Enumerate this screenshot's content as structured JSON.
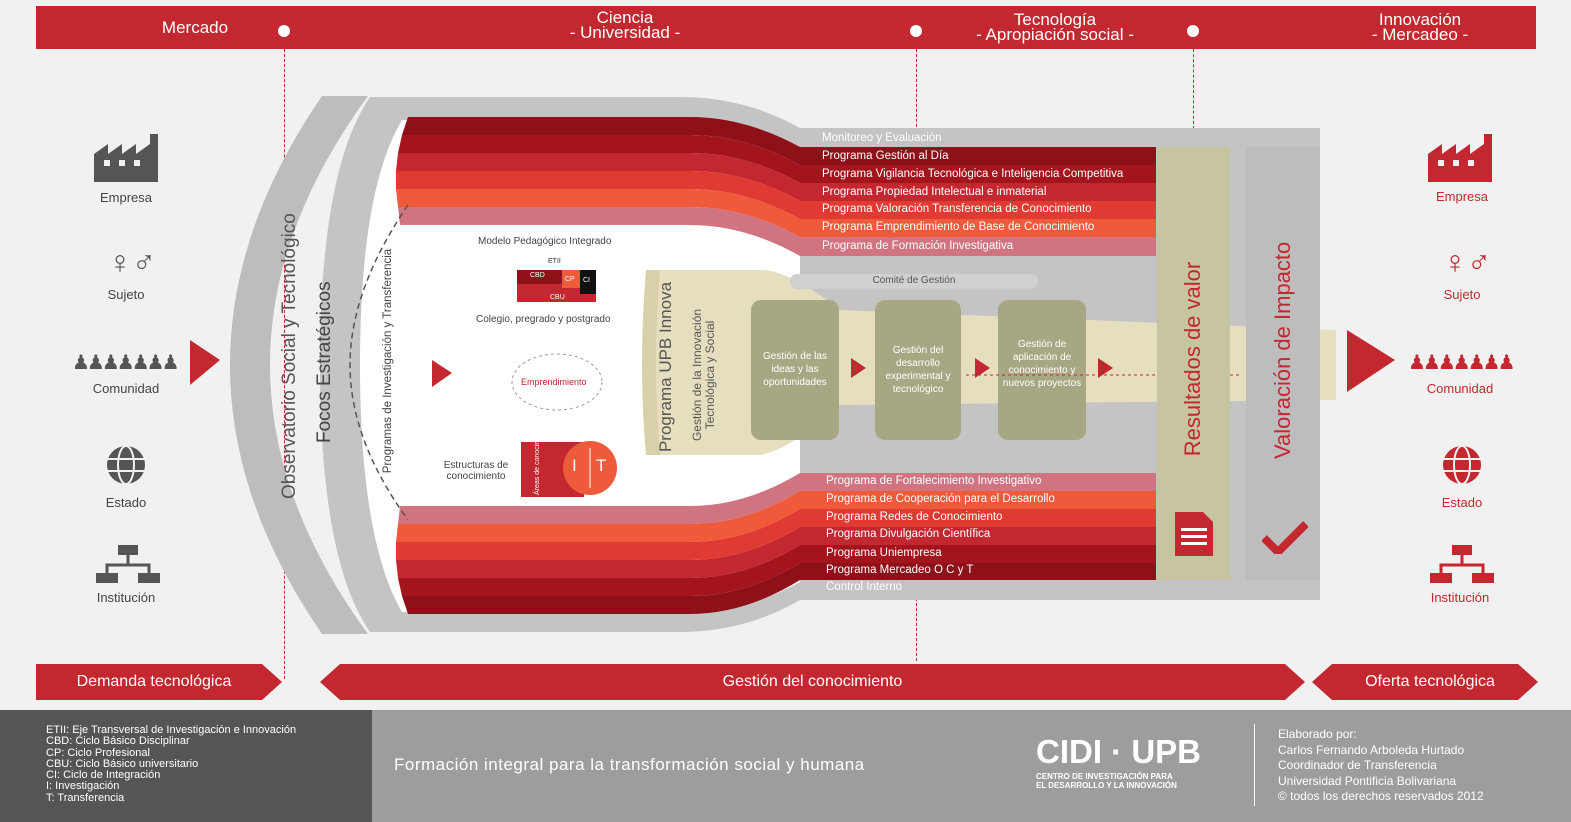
{
  "header": {
    "col1": "Mercado",
    "col2_line1": "Ciencia",
    "col2_line2": "- Universidad -",
    "col3_line1": "Tecnología",
    "col3_line2": "- Apropiación social -",
    "col4_line1": "Innovación",
    "col4_line2": "- Mercadeo -"
  },
  "actors_left": [
    "Empresa",
    "Sujeto",
    "Comunidad",
    "Estado",
    "Institución"
  ],
  "actors_right": [
    "Empresa",
    "Sujeto",
    "Comunidad",
    "Estado",
    "Institución"
  ],
  "arcs": {
    "observatorio": "Observatorio Social y Tecnológico",
    "focos": "Focos Estratégicos",
    "programas": "Programas de Investigación y Transferencia"
  },
  "model": {
    "pedagogico": "Modelo Pedagógico Integrado",
    "etii": "ETII",
    "cbd": "CBD",
    "cp": "CP",
    "ci": "CI",
    "cbu": "CBU",
    "colegio": "Colegio, pregrado y postgrado",
    "emprendimiento": "Emprendimiento",
    "estructuras": "Estructuras de conocimiento",
    "areas": "Áreas de conocimiento",
    "i": "I",
    "t": "T"
  },
  "upb_innova": {
    "title": "Programa UPB Innova",
    "subtitle1": "Gestión de la Innovación",
    "subtitle2": "Tecnológica y Social"
  },
  "comite": "Comité de Gestión",
  "stages": [
    "Gestión de las ideas y las oportunidades",
    "Gestión del desarrollo experimental y tecnológico",
    "Gestión de aplicación de conocimiento y nuevos proyectos"
  ],
  "top_programs": [
    "Monitoreo y Evaluación",
    "Programa Gestión al Día",
    "Programa Vigilancia Tecnológica e Inteligencia Competitiva",
    "Programa Propiedad Intelectual e inmaterial",
    "Programa Valoración Transferencia de Conocimiento",
    "Programa Emprendimiento de Base de Conocimiento",
    "Programa de Formación Investigativa"
  ],
  "bottom_programs": [
    "Programa de Fortalecimiento Investigativo",
    "Programa de Cooperación para el Desarrollo",
    "Programa Redes de Conocimiento",
    "Programa Divulgación Científica",
    "Programa Uniempresa",
    "Programa Mercadeo O C y T",
    "Control Interno"
  ],
  "resultados": "Resultados de valor",
  "valoracion": "Valoración de Impacto",
  "bottom_bar": {
    "demanda": "Demanda tecnológica",
    "gestion": "Gestión del conocimiento",
    "oferta": "Oferta tecnológica"
  },
  "legend": [
    "ETII:  Eje Transversal de Investigación e Innovación",
    "CBD:  Ciclo Básico Disciplinar",
    "CP:  Ciclo Profesional",
    "CBU:  Ciclo Básico universitario",
    "CI:  Ciclo de Integración",
    "I:  Investigación",
    "T:  Transferencia"
  ],
  "tagline": "Formación integral para la transformación social y humana",
  "logo": {
    "main": "CIDI · UPB",
    "sub1": "CENTRO DE INVESTIGACIÓN PARA",
    "sub2": "EL DESARROLLO Y LA INNOVACIÓN"
  },
  "credits": [
    "Elaborado por:",
    "Carlos Fernando Arboleda Hurtado",
    "Coordinador de Transferencia",
    "Universidad Pontificia Bolivariana",
    "© todos los derechos reservados 2012"
  ],
  "colors": {
    "red": "#c3272f",
    "dark_red": "#8e1018",
    "orange": "#ef5a3a",
    "pink": "#cf7480",
    "grey": "#bdbdbd",
    "olive": "#c6c59f",
    "beige": "#e6dfbf"
  }
}
